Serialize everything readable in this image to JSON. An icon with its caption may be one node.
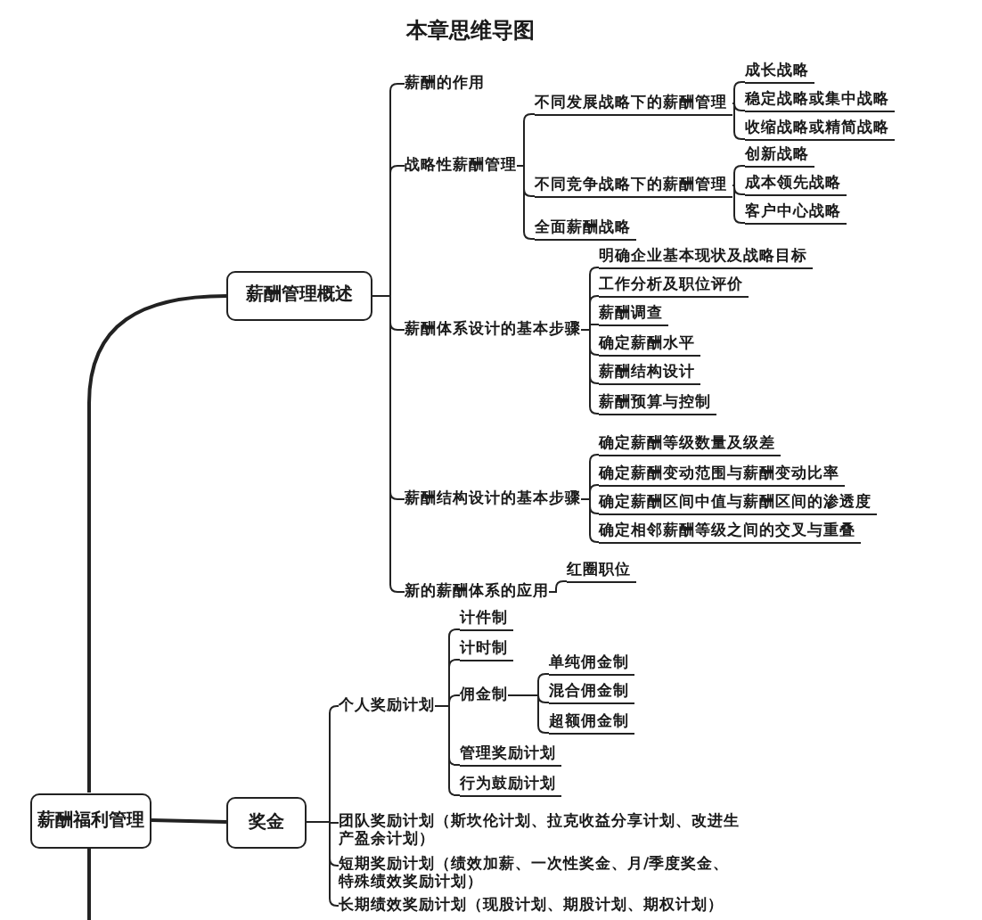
{
  "diagram": {
    "title": "本章思维导图",
    "nodes": [
      {
        "text": [
          "薪酬福利管理"
        ]
      },
      {
        "text": [
          "薪酬管理概述"
        ]
      },
      {
        "text": [
          "薪酬的作用"
        ]
      },
      {
        "text": [
          "战略性薪酬管理"
        ]
      },
      {
        "text": [
          "不同发展战略下的薪酬管理"
        ]
      },
      {
        "text": [
          "成长战略"
        ]
      },
      {
        "text": [
          "稳定战略或集中战略"
        ]
      },
      {
        "text": [
          "收缩战略或精简战略"
        ]
      },
      {
        "text": [
          "不同竞争战略下的薪酬管理"
        ]
      },
      {
        "text": [
          "创新战略"
        ]
      },
      {
        "text": [
          "成本领先战略"
        ]
      },
      {
        "text": [
          "客户中心战略"
        ]
      },
      {
        "text": [
          "全面薪酬战略"
        ]
      },
      {
        "text": [
          "薪酬体系设计的基本步骤"
        ]
      },
      {
        "text": [
          "明确企业基本现状及战略目标"
        ]
      },
      {
        "text": [
          "工作分析及职位评价"
        ]
      },
      {
        "text": [
          "薪酬调查"
        ]
      },
      {
        "text": [
          "确定薪酬水平"
        ]
      },
      {
        "text": [
          "薪酬结构设计"
        ]
      },
      {
        "text": [
          "薪酬预算与控制"
        ]
      },
      {
        "text": [
          "薪酬结构设计的基本步骤"
        ]
      },
      {
        "text": [
          "确定薪酬等级数量及级差"
        ]
      },
      {
        "text": [
          "确定薪酬变动范围与薪酬变动比率"
        ]
      },
      {
        "text": [
          "确定薪酬区间中值与薪酬区间的渗透度"
        ]
      },
      {
        "text": [
          "确定相邻薪酬等级之间的交叉与重叠"
        ]
      },
      {
        "text": [
          "新的薪酬体系的应用"
        ]
      },
      {
        "text": [
          "红圈职位"
        ]
      },
      {
        "text": [
          "奖金"
        ]
      },
      {
        "text": [
          "个人奖励计划"
        ]
      },
      {
        "text": [
          "计件制"
        ]
      },
      {
        "text": [
          "计时制"
        ]
      },
      {
        "text": [
          "佣金制"
        ]
      },
      {
        "text": [
          "单纯佣金制"
        ]
      },
      {
        "text": [
          "混合佣金制"
        ]
      },
      {
        "text": [
          "超额佣金制"
        ]
      },
      {
        "text": [
          "管理奖励计划"
        ]
      },
      {
        "text": [
          "行为鼓励计划"
        ]
      },
      {
        "text": [
          "团队奖励计划（斯坎伦计划、拉克收益分享计划、改进生产盈余计划）"
        ]
      },
      {
        "text": [
          "短期奖励计划（绩效加薪、一次性奖金、月/季度奖金、特殊绩效奖励计划）"
        ]
      },
      {
        "text": [
          "长期绩效奖励计划（现股计划、期股计划、期权计划）"
        ]
      }
    ],
    "edges": [
      {
        "from": 0,
        "to": 1,
        "arrow": "none"
      },
      {
        "from": 0,
        "to": null,
        "arrow": "none"
      },
      {
        "from": 0,
        "to": 27,
        "arrow": "none"
      },
      {
        "from": 1,
        "to": 2,
        "arrow": "none"
      },
      {
        "from": 1,
        "to": 3,
        "arrow": "none"
      },
      {
        "from": 1,
        "to": 13,
        "arrow": "none"
      },
      {
        "from": 1,
        "to": 20,
        "arrow": "none"
      },
      {
        "from": 1,
        "to": 25,
        "arrow": "none"
      },
      {
        "from": 3,
        "to": 4,
        "arrow": "none"
      },
      {
        "from": 3,
        "to": 8,
        "arrow": "none"
      },
      {
        "from": 3,
        "to": 12,
        "arrow": "none"
      },
      {
        "from": 4,
        "to": 5,
        "arrow": "none"
      },
      {
        "from": 4,
        "to": 6,
        "arrow": "none"
      },
      {
        "from": 4,
        "to": 7,
        "arrow": "none"
      },
      {
        "from": 8,
        "to": 9,
        "arrow": "none"
      },
      {
        "from": 8,
        "to": 10,
        "arrow": "none"
      },
      {
        "from": 8,
        "to": 11,
        "arrow": "none"
      },
      {
        "from": 13,
        "to": 14,
        "arrow": "none"
      },
      {
        "from": 13,
        "to": 15,
        "arrow": "none"
      },
      {
        "from": 13,
        "to": 16,
        "arrow": "none"
      },
      {
        "from": 13,
        "to": 17,
        "arrow": "none"
      },
      {
        "from": 13,
        "to": 18,
        "arrow": "none"
      },
      {
        "from": 13,
        "to": 19,
        "arrow": "none"
      },
      {
        "from": 20,
        "to": 21,
        "arrow": "none"
      },
      {
        "from": 20,
        "to": 22,
        "arrow": "none"
      },
      {
        "from": 20,
        "to": 23,
        "arrow": "none"
      },
      {
        "from": 20,
        "to": 24,
        "arrow": "none"
      },
      {
        "from": 25,
        "to": 26,
        "arrow": "none"
      },
      {
        "from": 27,
        "to": 28,
        "arrow": "none"
      },
      {
        "from": 27,
        "to": 37,
        "arrow": "none"
      },
      {
        "from": 27,
        "to": 38,
        "arrow": "none"
      },
      {
        "from": 27,
        "to": 39,
        "arrow": "none"
      },
      {
        "from": 28,
        "to": 29,
        "arrow": "none"
      },
      {
        "from": 28,
        "to": 30,
        "arrow": "none"
      },
      {
        "from": 28,
        "to": 31,
        "arrow": "none"
      },
      {
        "from": 28,
        "to": 35,
        "arrow": "none"
      },
      {
        "from": 28,
        "to": 36,
        "arrow": "none"
      },
      {
        "from": 31,
        "to": 32,
        "arrow": "none"
      },
      {
        "from": 31,
        "to": 33,
        "arrow": "none"
      },
      {
        "from": 31,
        "to": 34,
        "arrow": "none"
      }
    ]
  }
}
